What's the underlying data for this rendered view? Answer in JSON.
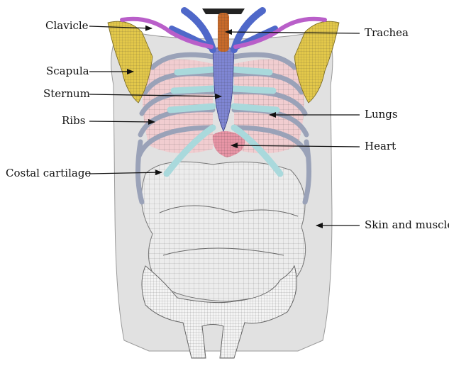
{
  "labels": {
    "clavicle": "Clavicle",
    "scapula": "Scapula",
    "sternum": "Sternum",
    "ribs": "Ribs",
    "costal_cartilage": "Costal cartilage",
    "trachea": "Trachea",
    "lungs": "Lungs",
    "heart": "Heart",
    "skin_and_muscle": "Skin and muscle"
  },
  "colors": {
    "skin": "#c8c8c8",
    "scapula": "#e3c84a",
    "clavicle": "#b95fc9",
    "neck_blue": "#4f68c9",
    "trachea": "#c86a2a",
    "sternum": "#7f86d4",
    "cartilage": "#a9d9dc",
    "ribs": "#9aa2b8",
    "lungs": "#f1cdd0",
    "heart": "#e895a6",
    "organs": "#ececec",
    "pelvis": "#f4f4f4",
    "arrow": "#111111"
  }
}
